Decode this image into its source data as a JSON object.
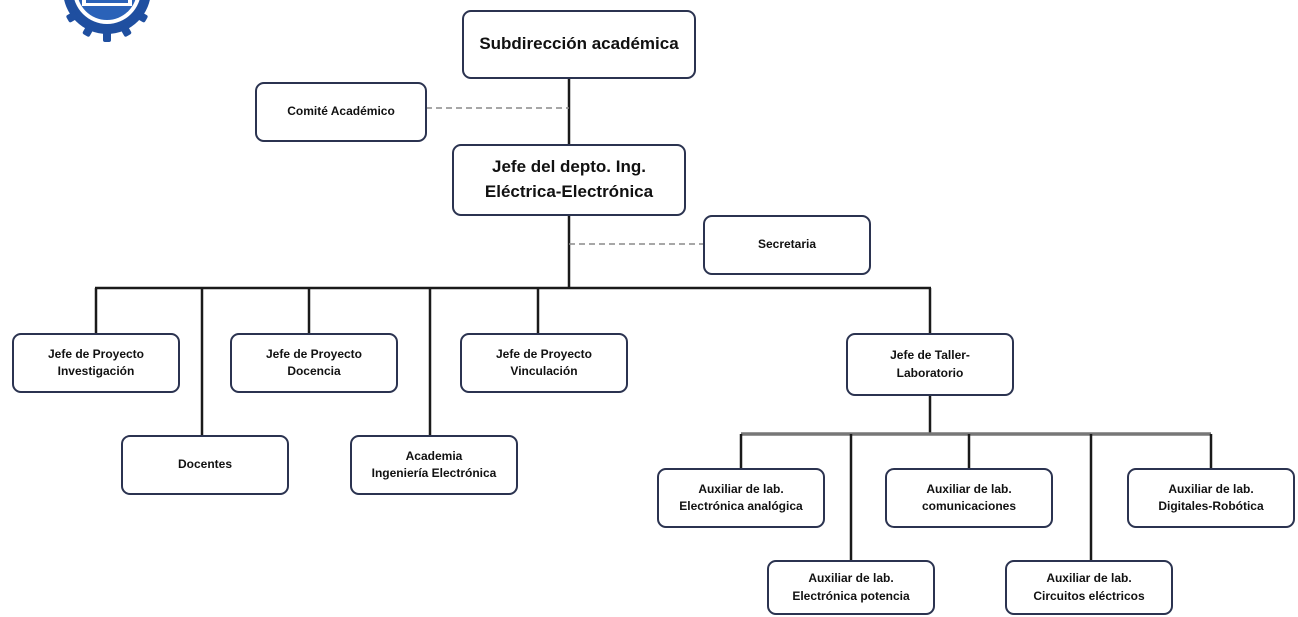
{
  "colors": {
    "border": "#2b3350",
    "line": "#1a1a1a",
    "dashed": "#8a8a8a",
    "logo_blue": "#1f4fa0"
  },
  "logo": {
    "icon": "gear-seal-logo"
  },
  "nodes": {
    "subdireccion": {
      "line1": "Subdirección académica"
    },
    "comite": {
      "line1": "Comité Académico"
    },
    "jefe_depto": {
      "line1": "Jefe del depto. Ing.",
      "line2": "Eléctrica-Electrónica"
    },
    "secretaria": {
      "line1": "Secretaria"
    },
    "jp_investigacion": {
      "line1": "Jefe de Proyecto",
      "line2": "Investigación"
    },
    "jp_docencia": {
      "line1": "Jefe de Proyecto",
      "line2": "Docencia"
    },
    "jp_vinculacion": {
      "line1": "Jefe de Proyecto",
      "line2": "Vinculación"
    },
    "jefe_taller": {
      "line1": "Jefe de Taller-",
      "line2": "Laboratorio"
    },
    "docentes": {
      "line1": "Docentes"
    },
    "academia": {
      "line1": "Academia",
      "line2": "Ingeniería Electrónica"
    },
    "aux_analogica": {
      "line1": "Auxiliar de lab.",
      "line2": "Electrónica analógica"
    },
    "aux_comunicaciones": {
      "line1": "Auxiliar de lab.",
      "line2": "comunicaciones"
    },
    "aux_digitales": {
      "line1": "Auxiliar de lab.",
      "line2": "Digitales-Robótica"
    },
    "aux_potencia": {
      "line1": "Auxiliar de lab.",
      "line2": "Electrónica potencia"
    },
    "aux_circuitos": {
      "line1": "Auxiliar de lab.",
      "line2": "Circuitos eléctricos"
    }
  }
}
